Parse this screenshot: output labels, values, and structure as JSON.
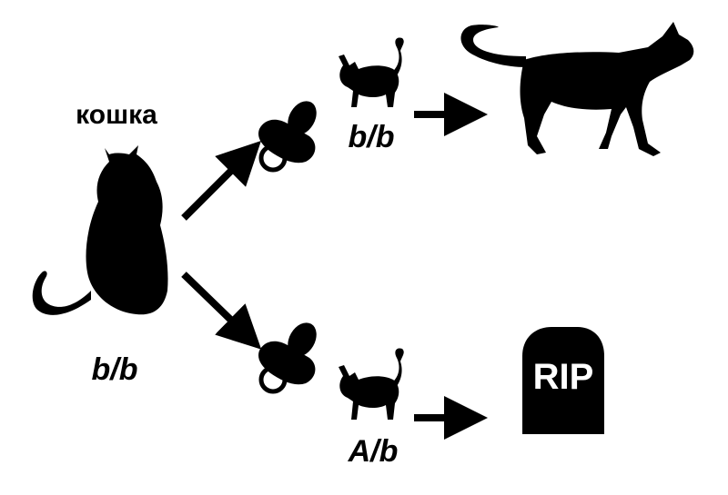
{
  "parent": {
    "label": "кошка",
    "genotype": "b/b"
  },
  "offspring_top": {
    "genotype": "b/b"
  },
  "offspring_bottom": {
    "genotype": "A/b"
  },
  "tombstone": {
    "text": "RIP"
  },
  "colors": {
    "ink": "#000000",
    "background": "#ffffff"
  },
  "icons": [
    "sitting-cat-icon",
    "pacifier-icon",
    "kitten-icon",
    "walking-cat-icon",
    "tombstone-icon",
    "arrow-icon"
  ]
}
